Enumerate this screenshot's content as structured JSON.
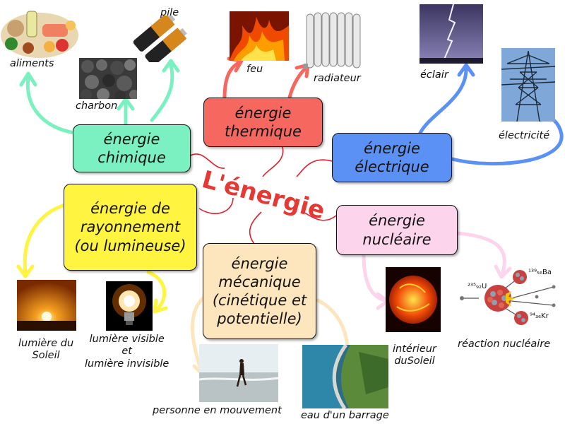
{
  "title": "L'énergie",
  "colors": {
    "title": "#e53a34",
    "chimique": "#7bf0c0",
    "thermique": "#f5675f",
    "electrique": "#5b91f5",
    "rayonnement": "#fff43f",
    "mecanique": "#fde6bd",
    "nucleaire": "#fcd4ec",
    "connector": "#e02030"
  },
  "categories": {
    "chimique": "énergie\nchimique",
    "thermique": "énergie\nthermique",
    "electrique": "énergie\nélectrique",
    "rayonnement": "énergie de\nrayonnement\n(ou lumineuse)",
    "mecanique": "énergie\nmécanique\n(cinétique et\npotentielle)",
    "nucleaire": "énergie\nnucléaire"
  },
  "examples": {
    "aliments": "aliments",
    "charbon": "charbon",
    "pile": "pile",
    "feu": "feu",
    "radiateur": "radiateur",
    "eclair": "éclair",
    "electricite": "électricité",
    "lumiere_soleil": "lumière du\nSoleil",
    "lumiere_visible": "lumière visible\net\nlumière invisible",
    "personne": "personne en mouvement",
    "barrage": "eau d'un barrage",
    "interieur_soleil": "intérieur\nduSoleil",
    "reaction": "réaction nucléaire"
  },
  "reaction_labels": {
    "uranium": "²³⁵₉₂U",
    "barium": "¹³⁹₅₆Ba",
    "krypton": "⁹⁴₃₆Kr"
  },
  "icons": {
    "aliments": "food-photo-icon",
    "charbon": "coal-photo-icon",
    "pile": "battery-icon",
    "feu": "fire-icon",
    "radiateur": "radiator-icon",
    "eclair": "lightning-icon",
    "electricite": "power-pylon-icon",
    "lumiere_soleil": "sunset-icon",
    "lumiere_visible": "light-bulb-icon",
    "personne": "beach-runner-icon",
    "barrage": "dam-icon",
    "interieur_soleil": "sun-surface-icon",
    "reaction": "fission-icon"
  }
}
